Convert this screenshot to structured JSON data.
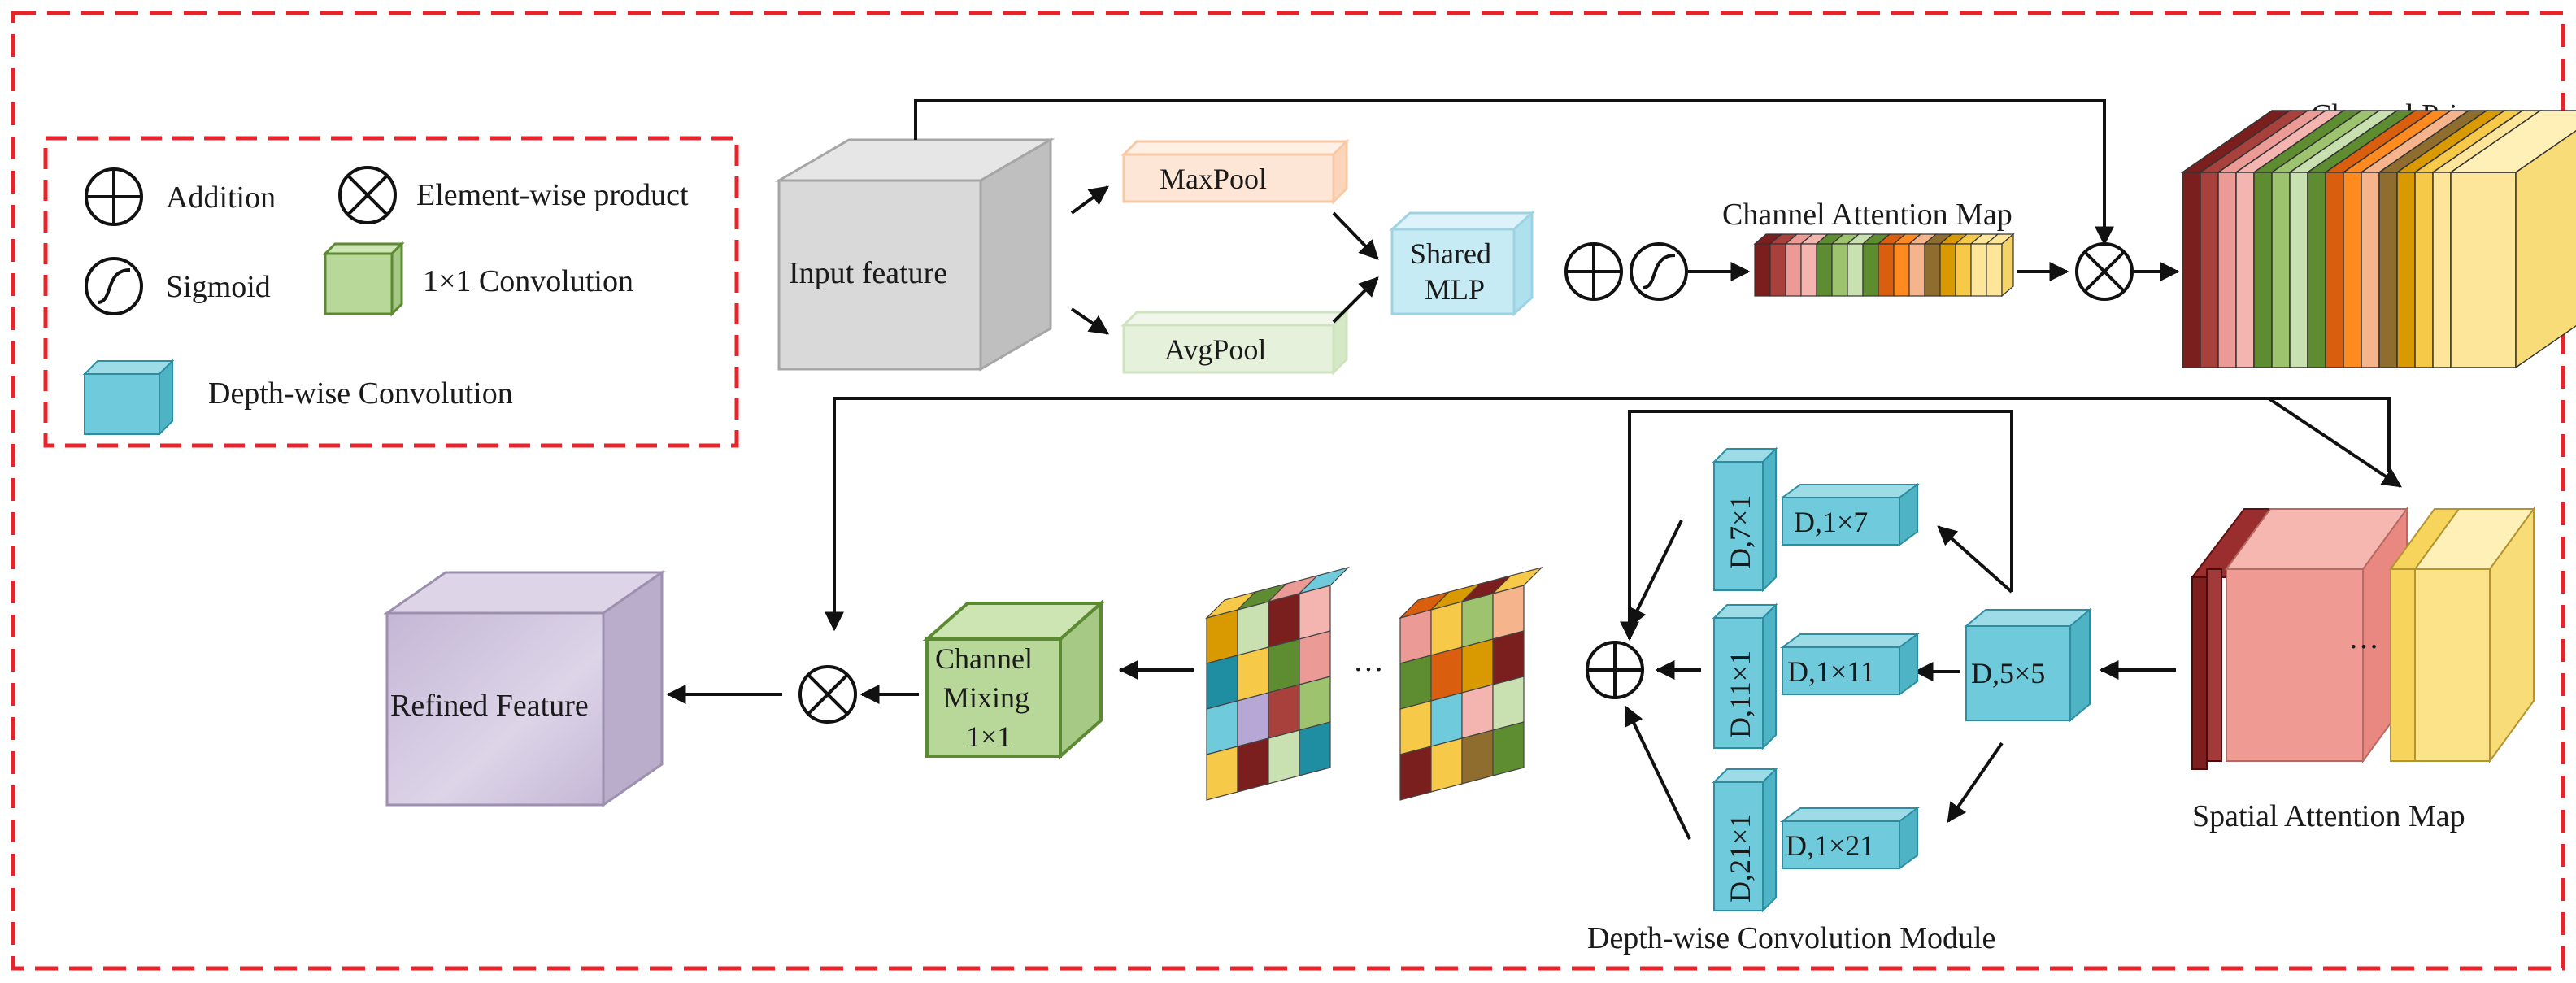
{
  "legend": {
    "addition": "Addition",
    "product": "Element-wise product",
    "sigmoid": "Sigmoid",
    "conv1x1": "1×1 Convolution",
    "depthwise": "Depth-wise Convolution"
  },
  "labels": {
    "input_feature": "Input feature",
    "maxpool": "MaxPool",
    "avgpool": "AvgPool",
    "shared_mlp_line1": "Shared",
    "shared_mlp_line2": "MLP",
    "channel_attention_map": "Channel Attention Map",
    "channel_prior": "Channel Prior",
    "spatial_attention_map": "Spatial Attention Map",
    "refined_feature": "Refined Feature",
    "channel_mixing_line1": "Channel",
    "channel_mixing_line2": "Mixing",
    "channel_mixing_line3": "1×1",
    "dw_module": "Depth-wise Convolution Module",
    "d5x5": "D,5×5",
    "d7x1": "D,7×1",
    "d1x7": "D,1×7",
    "d11x1": "D,11×1",
    "d1x11": "D,1×11",
    "d21x1": "D,21×1",
    "d1x21": "D,1×21",
    "ellipsis": "···"
  },
  "colors": {
    "border_dashed": "#e8232a",
    "arrow": "#111111",
    "depthwise_cyan": "#6fcbdc",
    "conv_green": "#b8d89a",
    "conv_green_edge": "#5b8a33",
    "input_gray": "#d9d9d9",
    "maxpool_fill": "#fde6d6",
    "avgpool_fill": "#e6f1dc",
    "mlp_fill": "#c7ebf5",
    "refined_purple": "#cfc5db",
    "spatial_pink": "#ef9a92",
    "spatial_dark": "#7e1f1f",
    "spatial_yellow": "#fce38a",
    "palette": [
      "#7a1e1e",
      "#a8413c",
      "#ec9a95",
      "#f4b5b1",
      "#5e8c31",
      "#9dc36f",
      "#c9e0b0",
      "#d95f0e",
      "#ff8a1f",
      "#f5b48c",
      "#8e6d2f",
      "#d89a00",
      "#f7c948",
      "#fde59a"
    ]
  }
}
